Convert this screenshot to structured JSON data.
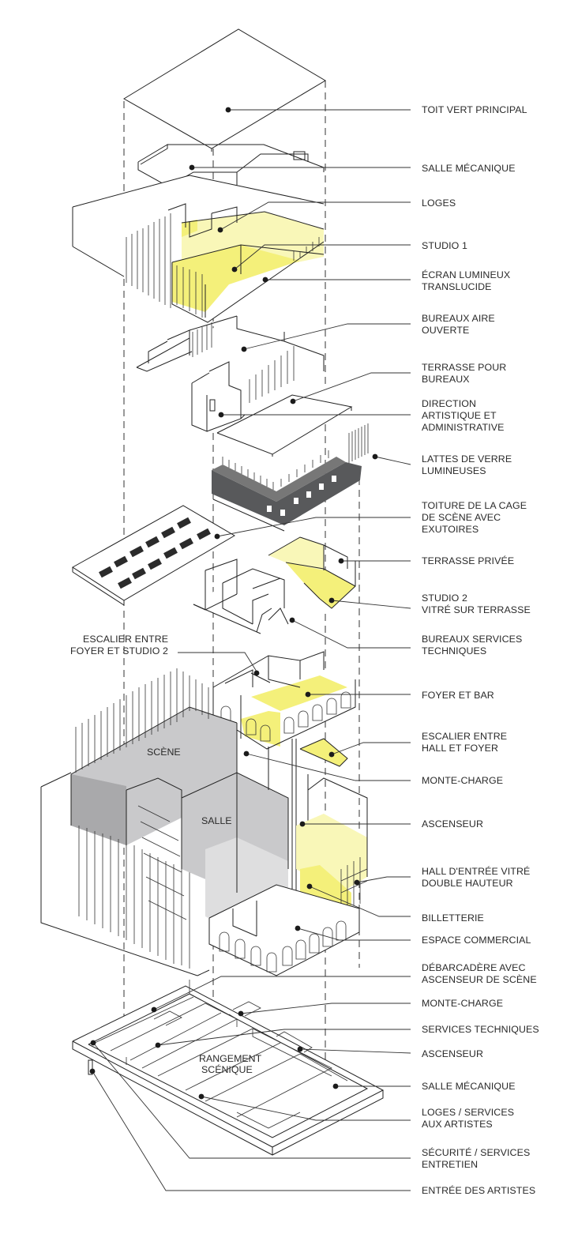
{
  "labels": {
    "toit_vert": "TOIT VERT PRINCIPAL",
    "salle_mecanique_haut": "SALLE MÉCANIQUE",
    "loges": "LOGES",
    "studio1": "STUDIO 1",
    "ecran_1": "ÉCRAN LUMINEUX",
    "ecran_2": "TRANSLUCIDE",
    "bureaux_1": "BUREAUX AIRE",
    "bureaux_2": "OUVERTE",
    "terrasse_bureaux_1": "TERRASSE POUR",
    "terrasse_bureaux_2": "BUREAUX",
    "direction_1": "DIRECTION",
    "direction_2": "ARTISTIQUE ET",
    "direction_3": "ADMINISTRATIVE",
    "lattes_1": "LATTES DE VERRE",
    "lattes_2": "LUMINEUSES",
    "toiture_1": "TOITURE DE LA CAGE",
    "toiture_2": "DE SCÈNE AVEC",
    "toiture_3": "EXUTOIRES",
    "terrasse_privee": "TERRASSE PRIVÉE",
    "studio2_1": "STUDIO 2",
    "studio2_2": "VITRÉ SUR TERRASSE",
    "bst_1": "BUREAUX SERVICES",
    "bst_2": "TECHNIQUES",
    "esc_fs_1": "ESCALIER ENTRE",
    "esc_fs_2": "FOYER ET STUDIO 2",
    "foyer_bar": "FOYER ET BAR",
    "esc_hf_1": "ESCALIER ENTRE",
    "esc_hf_2": "HALL ET FOYER",
    "monte_charge_haut": "MONTE-CHARGE",
    "ascenseur_haut": "ASCENSEUR",
    "hall_1": "HALL D'ENTRÉE VITRÉ",
    "hall_2": "DOUBLE HAUTEUR",
    "billetterie": "BILLETTERIE",
    "espace_commercial": "ESPACE COMMERCIAL",
    "debarcadere_1": "DÉBARCADÈRE AVEC",
    "debarcadere_2": "ASCENSEUR DE SCÈNE",
    "monte_charge_bas": "MONTE-CHARGE",
    "services_techniques": "SERVICES TECHNIQUES",
    "ascenseur_bas": "ASCENSEUR",
    "salle_mecanique_bas": "SALLE MÉCANIQUE",
    "loges_services_1": "LOGES / SERVICES",
    "loges_services_2": "AUX ARTISTES",
    "securite_1": "SÉCURITÉ / SERVICES",
    "securite_2": "ENTRETIEN",
    "entree_artistes": "ENTRÉE DES ARTISTES"
  },
  "inside_labels": {
    "scene": "SCÈNE",
    "salle": "SALLE",
    "rangement_1": "RANGEMENT",
    "rangement_2": "SCÉNIQUE"
  },
  "colors": {
    "highlight_yellow": "#f4f07a",
    "pale_yellow": "#f9f7b8",
    "grey_volume": "#c9c9cb",
    "dark_roof": "#58595b",
    "linework": "#222222"
  }
}
